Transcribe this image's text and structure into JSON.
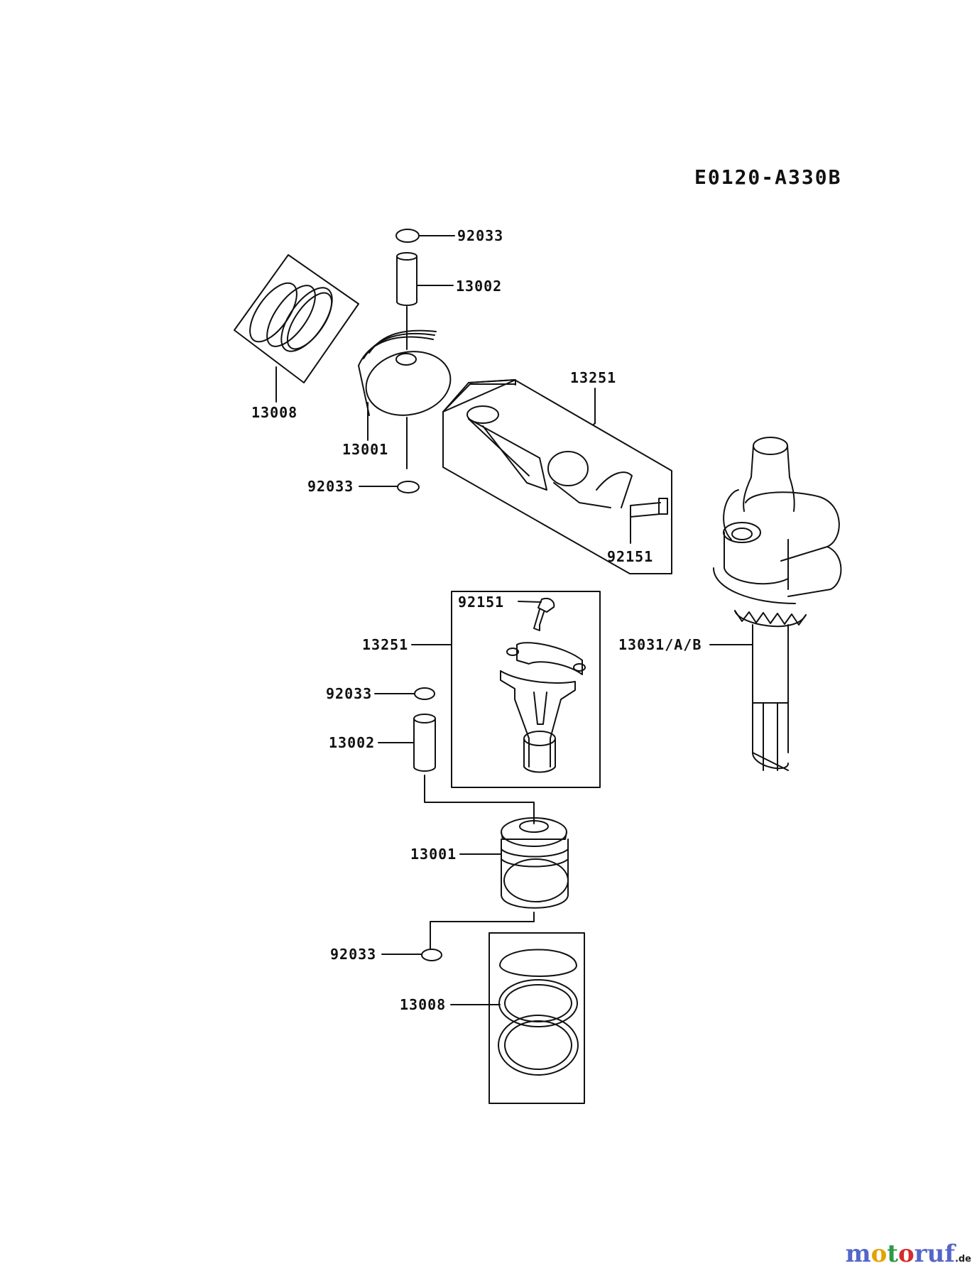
{
  "diagram": {
    "code": "E0120-A330B",
    "callouts": {
      "ring_top": "92033",
      "pin_top": "13002",
      "ring_set_top": "13008",
      "piston_top": "13001",
      "ring_mid_left": "92033",
      "rod_assembly_top": "13251",
      "bolt_top": "92151",
      "crankshaft": "13031/A/B",
      "bolt_lower": "92151",
      "rod_assembly_lower": "13251",
      "ring_lower_upper": "92033",
      "pin_lower": "13002",
      "piston_lower": "13001",
      "ring_lower_bottom": "92033",
      "ring_set_lower": "13008"
    }
  },
  "watermark": {
    "parts": [
      "m",
      "o",
      "t",
      "o",
      "ruf"
    ],
    "tld": ".de"
  }
}
